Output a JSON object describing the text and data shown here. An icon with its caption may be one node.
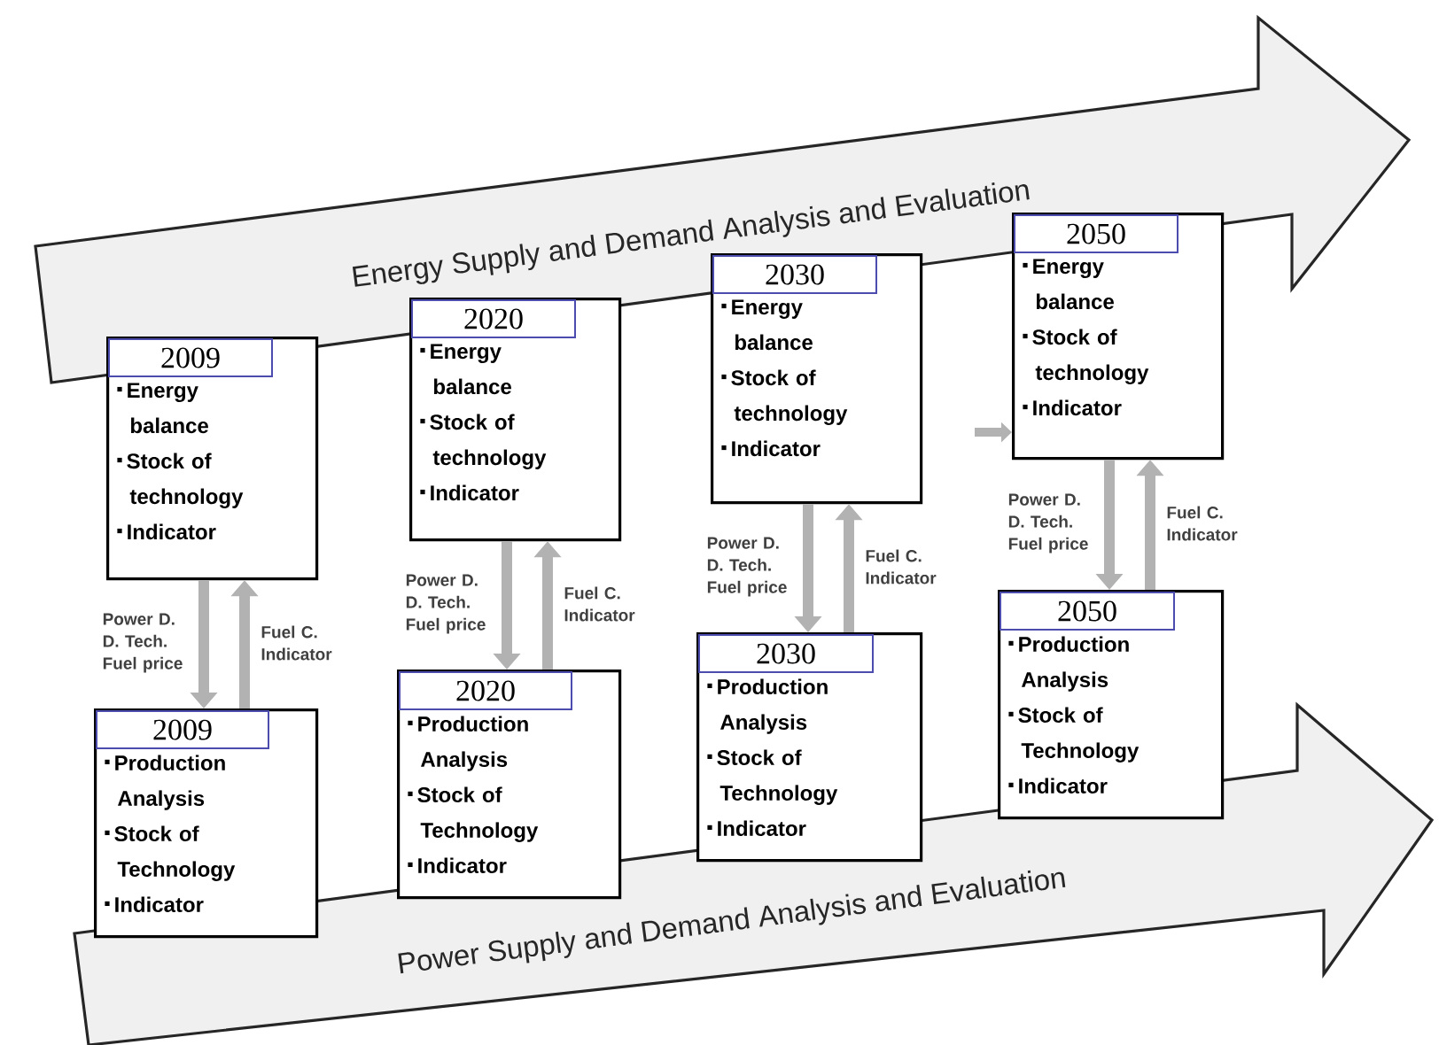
{
  "diagram": {
    "nodes": [
      {
        "text": [
          "Energy Supply and Demand Analysis and Evaluation"
        ]
      },
      {
        "text": [
          "2009",
          "Energy balance",
          "Stock of technology",
          "Indicator"
        ]
      },
      {
        "text": [
          "2020",
          "Energy balance",
          "Stock of technology",
          "Indicator"
        ]
      },
      {
        "text": [
          "2030",
          "Energy balance",
          "Stock of technology",
          "Indicator"
        ]
      },
      {
        "text": [
          "2050",
          "Energy balance",
          "Stock of technology",
          "Indicator"
        ]
      },
      {
        "text": [
          "2009",
          "Production Analysis",
          "Stock of Technology",
          "Indicator"
        ]
      },
      {
        "text": [
          "2020",
          "Production Analysis",
          "Stock of Technology",
          "Indicator"
        ]
      },
      {
        "text": [
          "2030",
          "Production Analysis",
          "Stock of Technology",
          "Indicator"
        ]
      },
      {
        "text": [
          "2050",
          "Production Analysis",
          "Stock of Technology",
          "Indicator"
        ]
      },
      {
        "text": [
          "Power Supply and Demand Analysis and Evaluation"
        ]
      }
    ],
    "edges": [
      {
        "from": 1,
        "to": 5,
        "arrow": "to",
        "label": "Power D. D. Tech. Fuel price"
      },
      {
        "from": 5,
        "to": 1,
        "arrow": "to",
        "label": "Fuel C. Indicator"
      },
      {
        "from": 2,
        "to": 6,
        "arrow": "to",
        "label": "Power D. D. Tech. Fuel price"
      },
      {
        "from": 6,
        "to": 2,
        "arrow": "to",
        "label": "Fuel C. Indicator"
      },
      {
        "from": 3,
        "to": 7,
        "arrow": "to",
        "label": "Power D. D. Tech. Fuel price"
      },
      {
        "from": 7,
        "to": 3,
        "arrow": "to",
        "label": "Fuel C. Indicator"
      },
      {
        "from": 4,
        "to": 8,
        "arrow": "to",
        "label": "Power D. D. Tech. Fuel price"
      },
      {
        "from": 8,
        "to": 4,
        "arrow": "to",
        "label": "Fuel C. Indicator"
      },
      {
        "from": null,
        "to": 4,
        "arrow": "to"
      }
    ]
  }
}
